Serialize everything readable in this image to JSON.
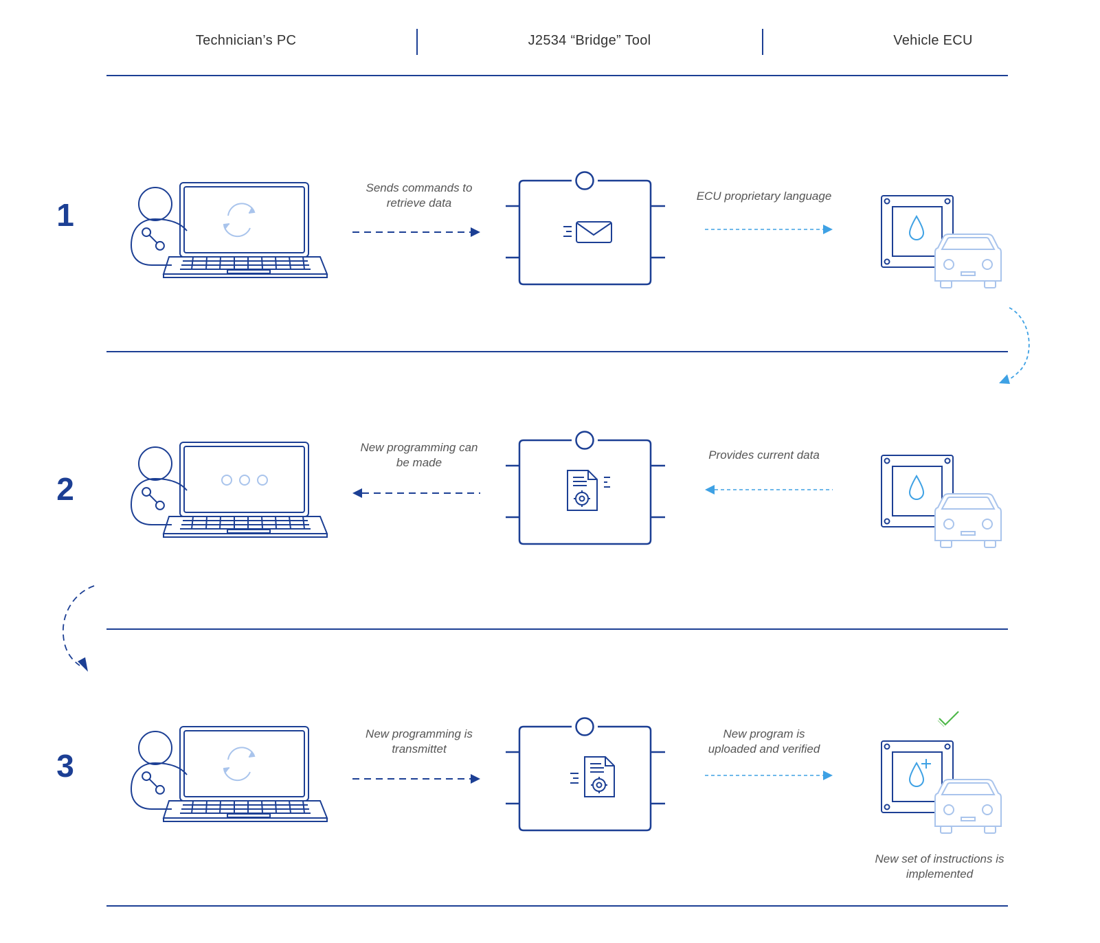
{
  "columns": [
    "Technician’s PC",
    "J2534 “Bridge” Tool",
    "Vehicle ECU"
  ],
  "colors": {
    "navy": "#1c3f94",
    "light_blue": "#3ea1e4",
    "pale_blue": "#a9c4ec",
    "check_green": "#4fb84a"
  },
  "steps": [
    {
      "number": "1",
      "pc_screen_icon": "refresh-icon",
      "bridge_icon": "envelope-icon",
      "left_caption": "Sends commands to retrieve data",
      "right_caption": "ECU proprietary language",
      "left_arrow_direction": "right",
      "right_arrow_direction": "right"
    },
    {
      "number": "2",
      "pc_screen_icon": "ellipsis-icon",
      "bridge_icon": "settings-document-icon",
      "left_caption": "New programming can be made",
      "right_caption": "Provides current data",
      "left_arrow_direction": "left",
      "right_arrow_direction": "left"
    },
    {
      "number": "3",
      "pc_screen_icon": "refresh-icon",
      "bridge_icon": "settings-document-icon",
      "left_caption": "New programming is transmittet",
      "right_caption": "New program is uploaded and verified",
      "left_arrow_direction": "right",
      "right_arrow_direction": "right",
      "ecu_caption": "New set of instructions is implemented"
    }
  ]
}
